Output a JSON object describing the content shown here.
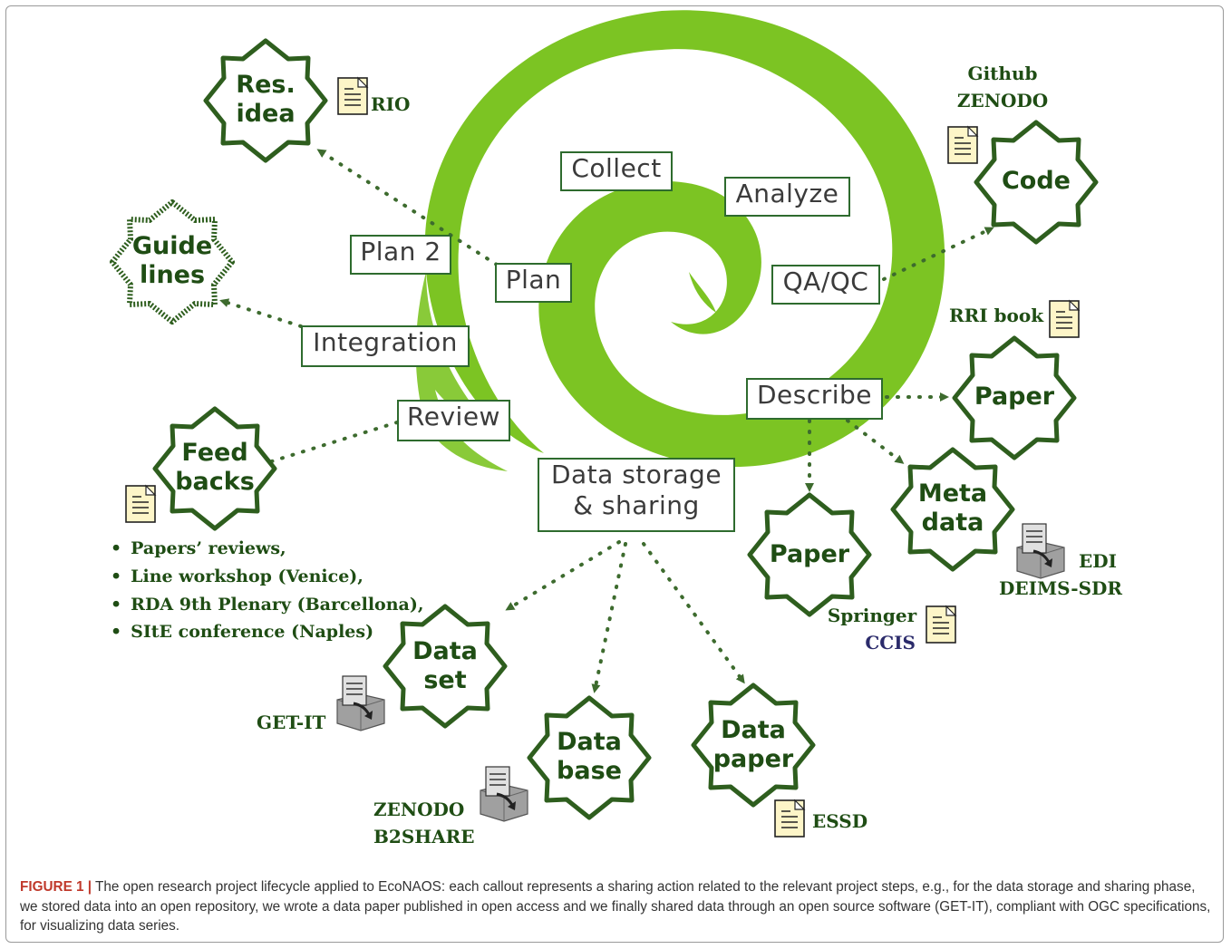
{
  "stages": {
    "collect": "Collect",
    "analyze": "Analyze",
    "plan2": "Plan 2",
    "plan": "Plan",
    "qaqc": "QA/QC",
    "integration": "Integration",
    "describe": "Describe",
    "review": "Review",
    "storage_line1": "Data storage",
    "storage_line2": "& sharing"
  },
  "callouts": {
    "res_idea": [
      "Res.",
      "idea"
    ],
    "guidelines": [
      "Guide",
      "lines"
    ],
    "code": [
      "Code"
    ],
    "paper_rri": [
      "Paper"
    ],
    "feedbacks": [
      "Feed",
      "backs"
    ],
    "metadata": [
      "Meta",
      "data"
    ],
    "paper_springer": [
      "Paper"
    ],
    "dataset": [
      "Data",
      "set"
    ],
    "database": [
      "Data",
      "base"
    ],
    "datapaper": [
      "Data",
      "paper"
    ]
  },
  "tools": {
    "rio": "RIO",
    "github": "Github",
    "zenodo_code": "ZENODO",
    "rri_book": "RRI book",
    "edi": "EDI",
    "deims": "DEIMS-SDR",
    "springer": "Springer",
    "ccis": "CCIS",
    "getit": "GET-IT",
    "zenodo_db": "ZENODO",
    "b2share": "B2SHARE",
    "essd": "ESSD"
  },
  "feedbacks_list": [
    "Papers’ reviews,",
    "Line workshop (Venice),",
    "RDA 9th Plenary (Barcellona),",
    "SItE conference (Naples)"
  ],
  "caption": {
    "label": "FIGURE 1 |",
    "text": " The open research project lifecycle applied to EcoNAOS: each callout represents a sharing action related to the relevant project steps, e.g., for the data storage and sharing phase, we stored data into an open repository, we wrote a data paper published in open access and we finally shared data through an open source software (GET-IT), compliant with OGC specifications, for visualizing data series."
  },
  "colors": {
    "swirl": "#7cc423",
    "star_border": "#2e5e1e",
    "label_green": "#1f4d14",
    "box_border": "#2e6b2e",
    "caption_label": "#c0392b"
  }
}
